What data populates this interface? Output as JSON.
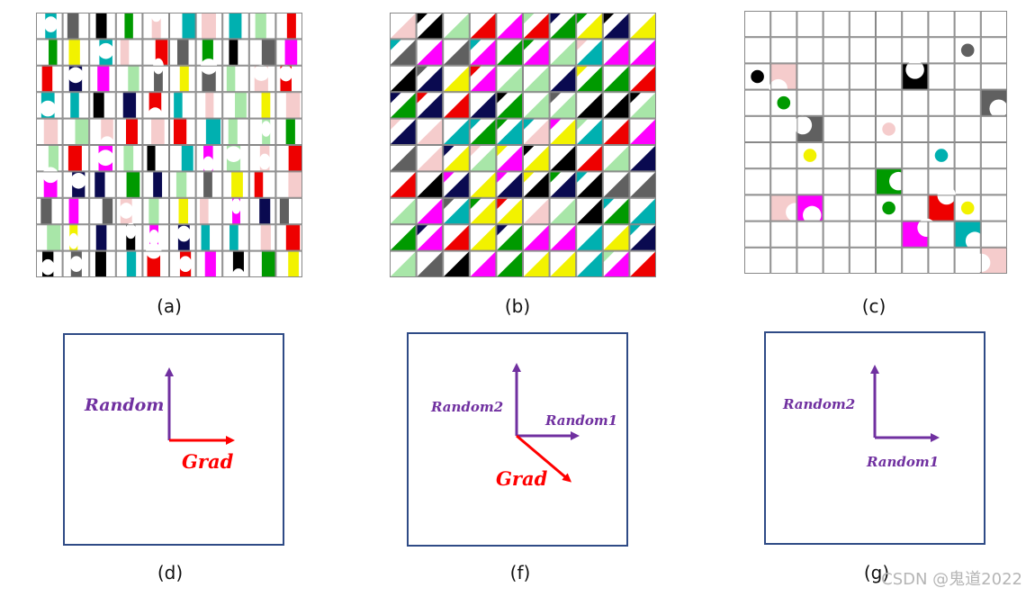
{
  "colors": {
    "grid_border": "#888888",
    "box_border": "#2f4b86",
    "random_purple": "#7030a0",
    "grad_red": "#ff0000",
    "palette": [
      "#ff00ff",
      "#00b0b0",
      "#009a00",
      "#ee0000",
      "#f5cccc",
      "#a8e6a8",
      "#f2f200",
      "#000000",
      "#606060",
      "#0a0a50"
    ]
  },
  "captions": {
    "a": "(a)",
    "b": "(b)",
    "c": "(c)",
    "d": "(d)",
    "f": "(f)",
    "g": "(g)"
  },
  "diagram_d": {
    "random_label": "Random",
    "grad_label": "Grad"
  },
  "diagram_f": {
    "random2_label": "Random2",
    "random1_label": "Random1",
    "grad_label": "Grad"
  },
  "diagram_g": {
    "random2_label": "Random2",
    "random1_label": "Random1"
  },
  "watermark": "CSDN @鬼道2022"
}
